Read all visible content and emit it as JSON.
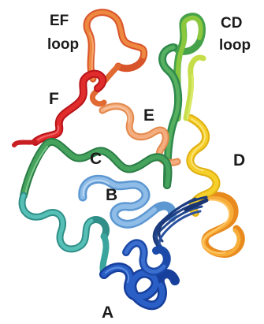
{
  "labels": {
    "ef_loop_line1": "EF",
    "ef_loop_line2": "loop",
    "cd_loop_line1": "CD",
    "cd_loop_line2": "loop",
    "f": "F",
    "e": "E",
    "c": "C",
    "d": "D",
    "b": "B",
    "a": "A"
  },
  "colors": {
    "helix_a": "#1f4fb0",
    "helix_a_dark": "#123a8a",
    "helix_b": "#6fa7dc",
    "helix_b_light": "#9cc4ea",
    "teal": "#4fb3ac",
    "helix_c": "#3e9a5e",
    "green": "#58b34a",
    "yellow_green": "#b7d33a",
    "helix_d": "#f2c21a",
    "orange": "#f29a28",
    "helix_e": "#f1a065",
    "helix_f": "#d82626",
    "ef_loop": "#e8763a",
    "background": "#ffffff"
  }
}
